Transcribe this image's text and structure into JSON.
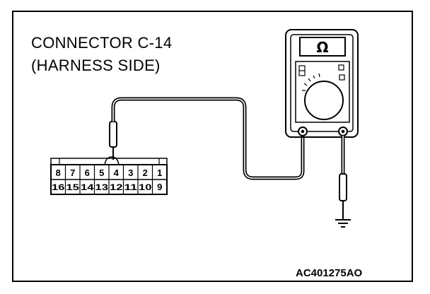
{
  "connector": {
    "title_line1": "CONNECTOR C-14",
    "title_line2": "(HARNESS SIDE)",
    "top_row_pins": [
      "8",
      "7",
      "6",
      "5",
      "4",
      "3",
      "2",
      "1"
    ],
    "bottom_row_pins": [
      "16",
      "15",
      "14",
      "13",
      "12",
      "11",
      "10",
      "9"
    ]
  },
  "meter": {
    "display_symbol": "Ω",
    "icon": "ohmmeter-icon"
  },
  "ground": {
    "icon": "ground-icon"
  },
  "figure_code": "AC401275AO"
}
